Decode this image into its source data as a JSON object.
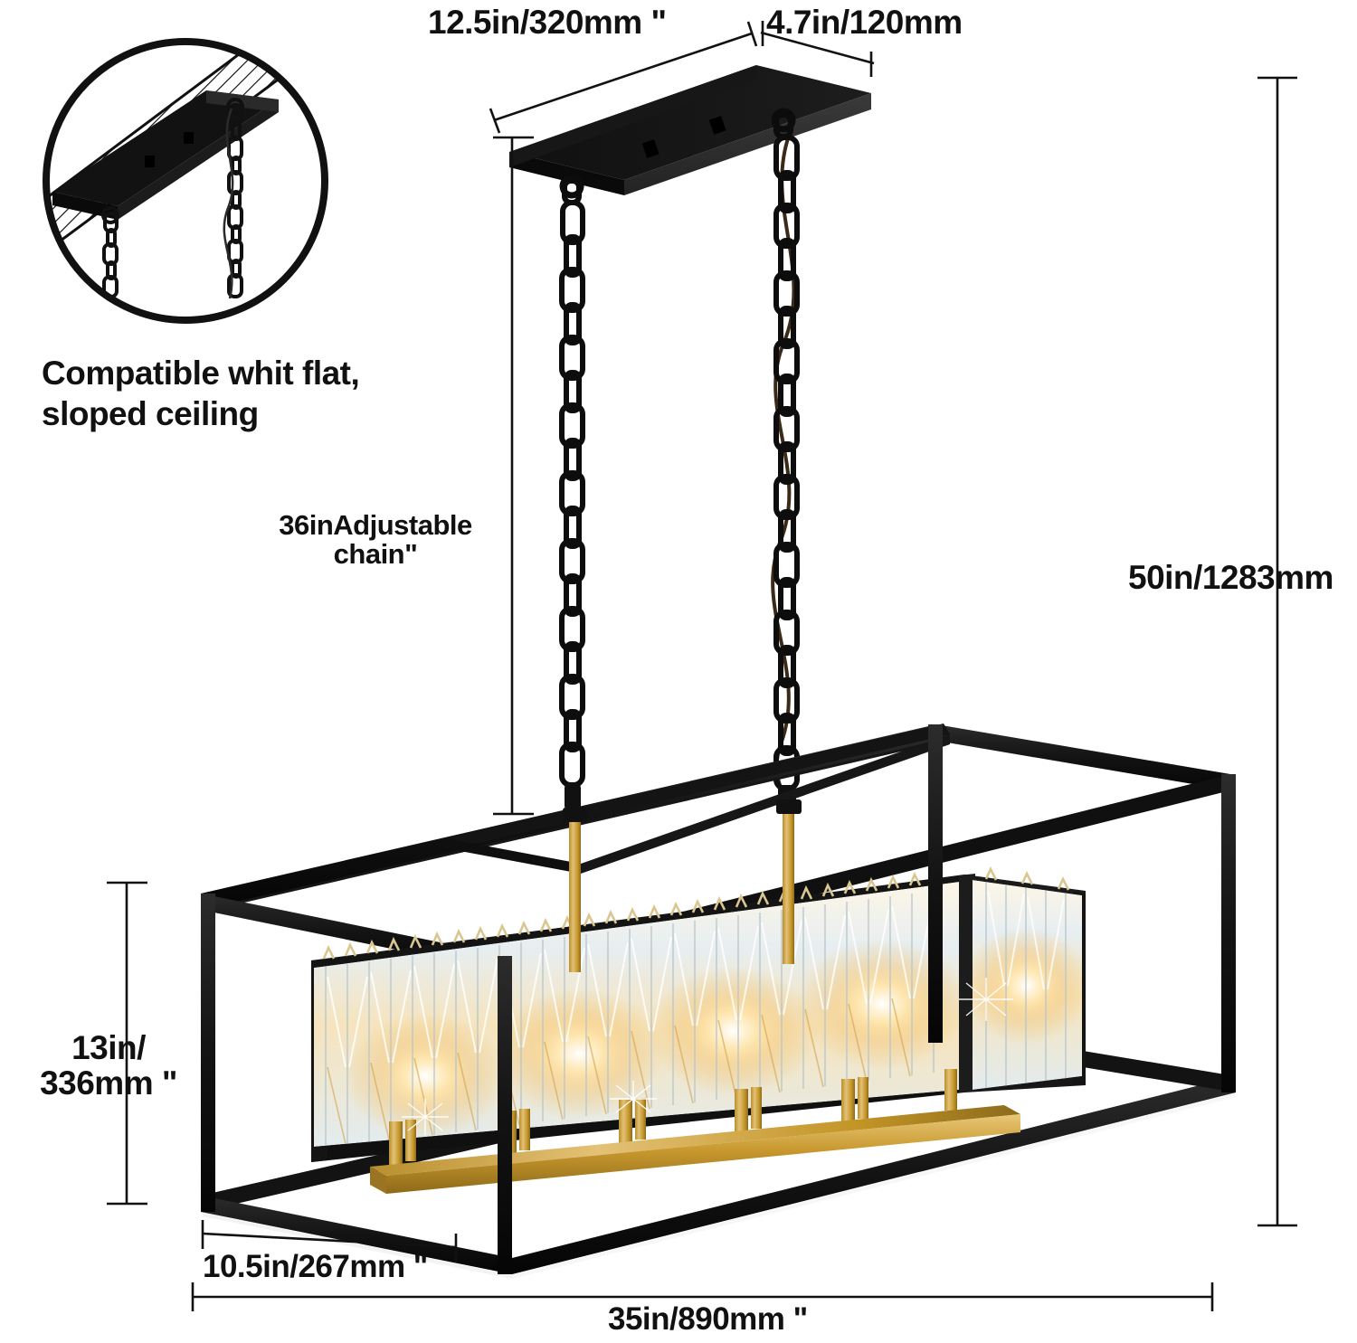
{
  "product": {
    "type": "rectangular crystal chandelier",
    "frame_color": "#121212",
    "accent_color": "#c79a32",
    "crystal_color": "#e9eef2",
    "glow_color": "#f6c877"
  },
  "dimensions": {
    "canopy_length": "12.5in/320mm \"",
    "canopy_width": "4.7in/120mm",
    "chain_length": "36inAdjustable",
    "chain_length_line2": "chain\"",
    "total_height": "50in/1283mm",
    "fixture_height_line1": "13in/",
    "fixture_height_line2": "336mm \"",
    "fixture_depth": "10.5in/267mm \"",
    "fixture_width": "35in/890mm \""
  },
  "inset": {
    "note_line1": "Compatible whit flat,",
    "note_line2": "sloped ceiling",
    "icon": "sloped-ceiling-mount-illustration"
  }
}
